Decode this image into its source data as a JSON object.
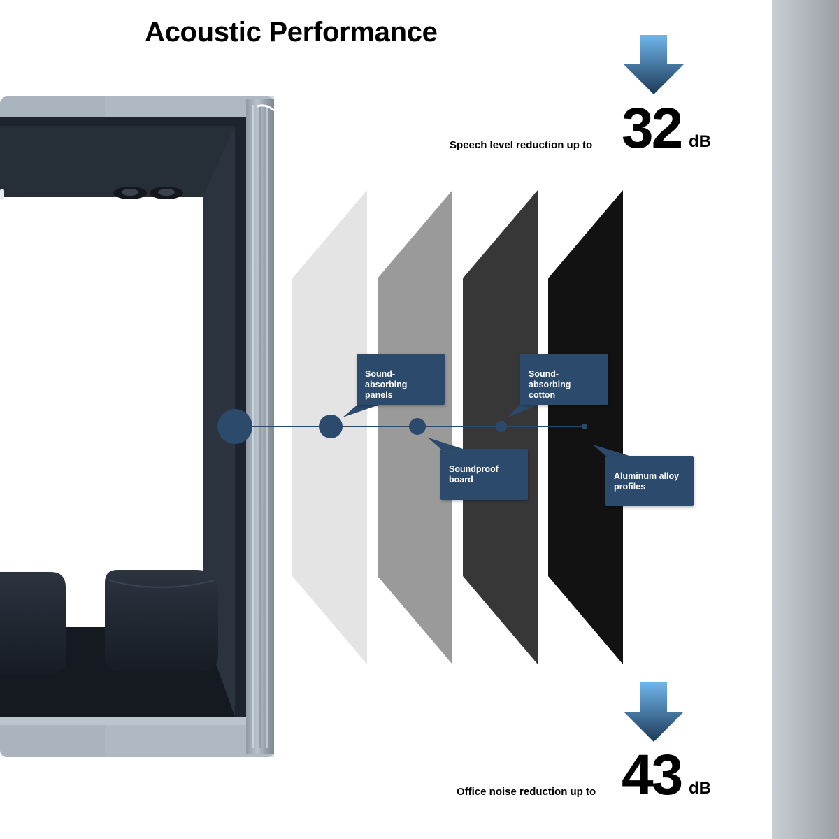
{
  "title": "Acoustic Performance",
  "colors": {
    "callout": "#2c4a6b",
    "node": "#2c4a6b",
    "arrow_top": "#6fb6ec",
    "arrow_bottom": "#1d3a57",
    "frame": "#a4b0bc",
    "interior": "#1f2630",
    "layer_1": "#e4e4e4",
    "layer_2": "#9a9a9a",
    "layer_3": "#373737",
    "layer_4": "#121212"
  },
  "speech": {
    "label": "Speech level reduction up to",
    "value": "32",
    "unit": "dB"
  },
  "office": {
    "label": "Office noise reduction up to",
    "value": "43",
    "unit": "dB"
  },
  "callouts": {
    "sound_absorbing_panels": [
      "Sound-absorbing",
      "panels"
    ],
    "sound_absorbing_cotton": [
      "Sound-absorbing",
      "cotton"
    ],
    "soundproof_board": [
      "Soundproof",
      "board"
    ],
    "aluminum_alloy_profiles": [
      "Aluminum alloy",
      "profiles"
    ]
  },
  "icons": {
    "top_arrow": "down-arrow-icon",
    "bottom_arrow": "down-arrow-icon"
  }
}
